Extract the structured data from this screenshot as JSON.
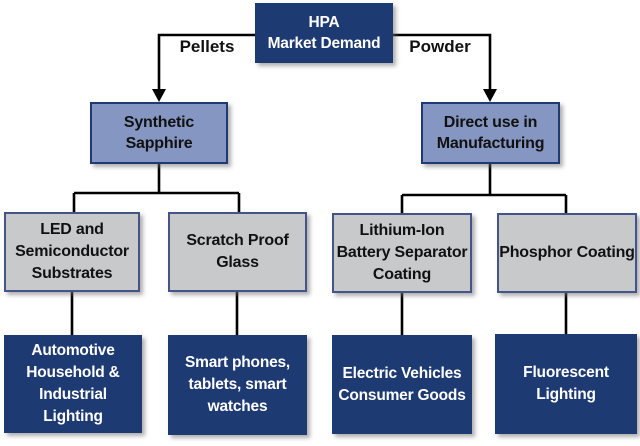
{
  "colors": {
    "background": "#ffffff",
    "navy_fill": "#1e3a72",
    "blue_fill": "#8496c1",
    "blue_border": "#1e3a72",
    "gray_fill": "#c8c9cb",
    "gray_border": "#44548a",
    "connector": "#000000",
    "text_dark": "#111111",
    "text_light": "#ffffff"
  },
  "diagram": {
    "root": {
      "label": "HPA\nMarket Demand"
    },
    "branch_labels": {
      "left": "Pellets",
      "right": "Powder"
    },
    "level2": [
      {
        "label": "Synthetic\nSapphire"
      },
      {
        "label": "Direct use in\nManufacturing"
      }
    ],
    "level3": [
      {
        "label": "LED and\nSemiconductor\nSubstrates"
      },
      {
        "label": "Scratch Proof\nGlass"
      },
      {
        "label": "Lithium-Ion\nBattery Separator\nCoating"
      },
      {
        "label": "Phosphor Coating"
      }
    ],
    "level4": [
      {
        "label": "Automotive\nHousehold &\nIndustrial\nLighting"
      },
      {
        "label": "Smart phones,\ntablets, smart\nwatches"
      },
      {
        "label": "Electric Vehicles\nConsumer Goods"
      },
      {
        "label": "Fluorescent\nLighting"
      }
    ]
  }
}
